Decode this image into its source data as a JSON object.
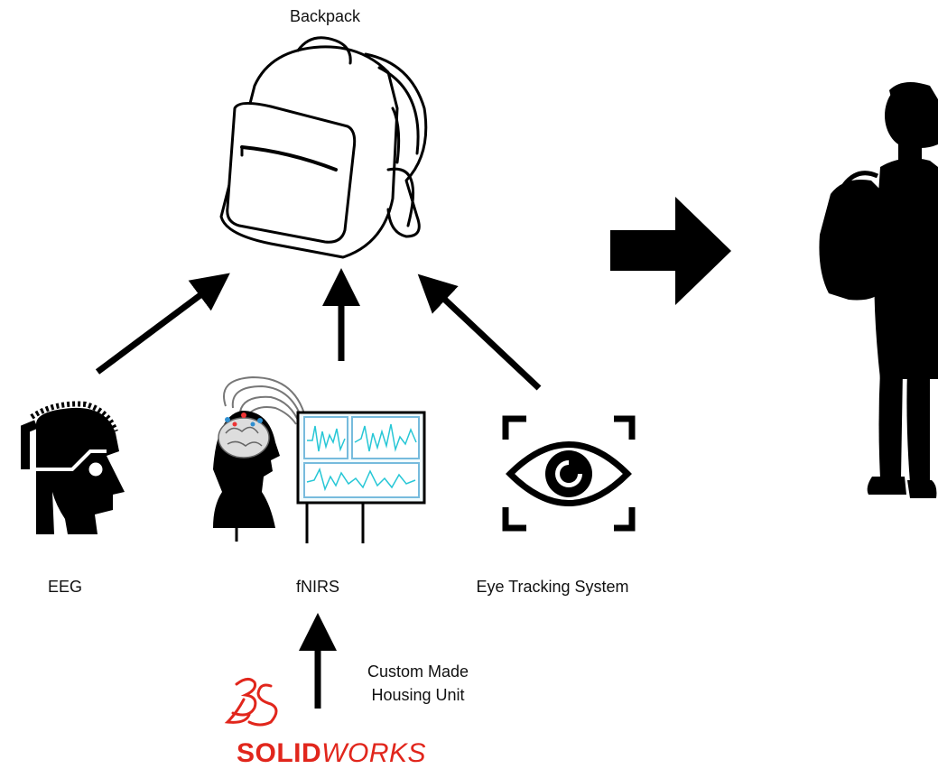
{
  "labels": {
    "backpack": "Backpack",
    "eeg": "EEG",
    "fnirs": "fNIRS",
    "eye_tracking": "Eye Tracking System",
    "custom_housing_line1": "Custom Made",
    "custom_housing_line2": "Housing Unit"
  },
  "logo": {
    "mark": "3DS",
    "bold_part": "SOLID",
    "light_part": "WORKS",
    "color": "#e1261c"
  },
  "icons": {
    "backpack": "backpack-icon",
    "eeg": "eeg-head-icon",
    "fnirs": "fnirs-brain-monitor-icon",
    "eye": "eye-tracking-icon",
    "person": "person-with-backpack-icon",
    "big_arrow": "right-arrow-icon"
  },
  "colors": {
    "ink": "#000000",
    "signal": "#27c7d6",
    "screen": "#f2fbfd"
  }
}
